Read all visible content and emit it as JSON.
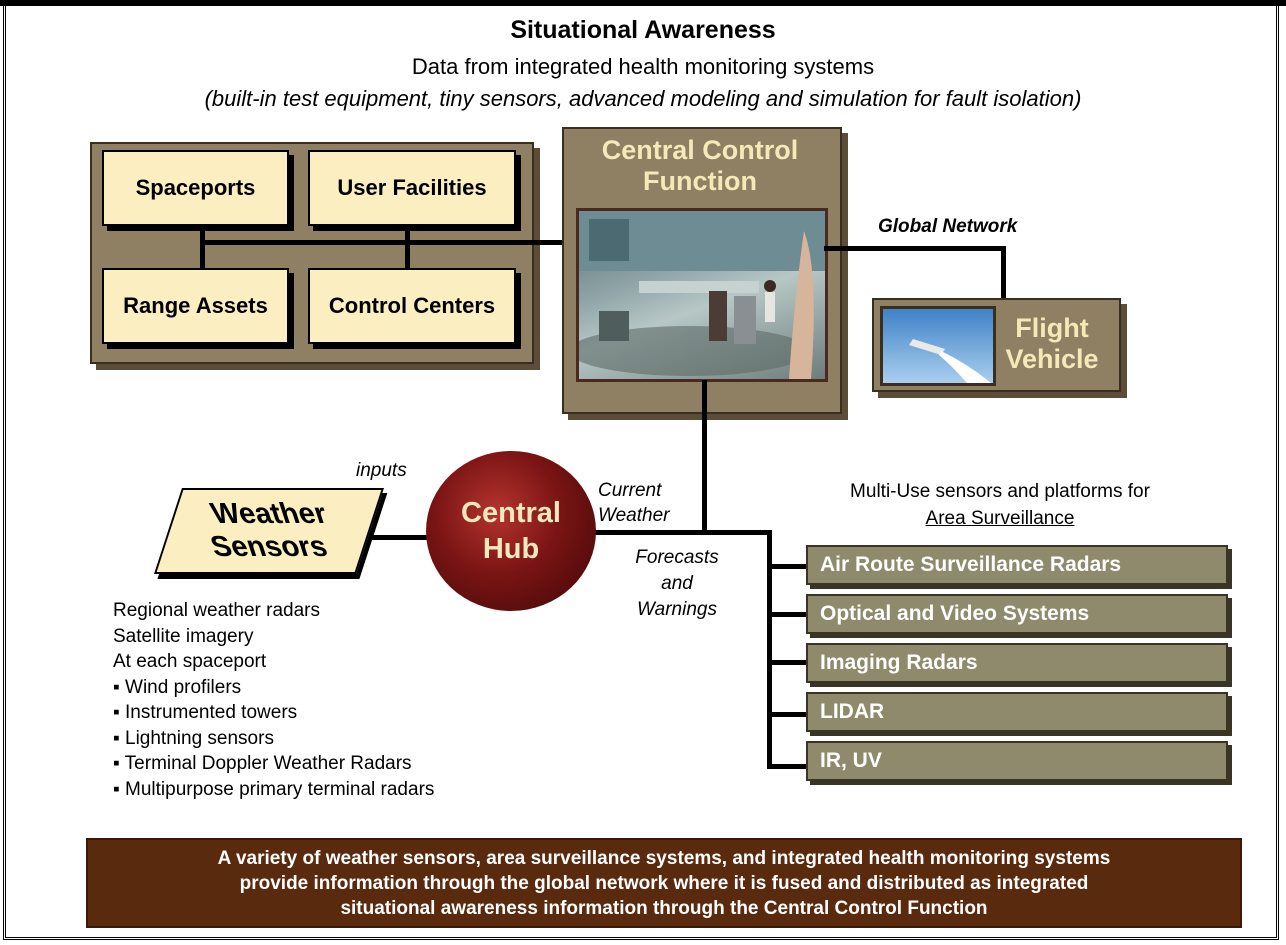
{
  "header": {
    "title": "Situational Awareness",
    "subtitle": "Data from integrated health monitoring systems",
    "subtitle_italic": "(built-in test equipment, tiny sensors, advanced modeling and simulation for fault isolation)"
  },
  "facilities": {
    "spaceports": "Spaceports",
    "user_facilities": "User Facilities",
    "range_assets": "Range Assets",
    "control_centers": "Control Centers"
  },
  "central_control": {
    "title_line1": "Central Control",
    "title_line2": "Function"
  },
  "global_network": "Global Network",
  "flight_vehicle": {
    "line1": "Flight",
    "line2": "Vehicle"
  },
  "hub": {
    "line1": "Central",
    "line2": "Hub"
  },
  "weather_sensors": {
    "line1": "Weather",
    "line2": "Sensors",
    "inputs_label": "inputs"
  },
  "current_weather": {
    "line1": "Current",
    "line2": "Weather"
  },
  "forecasts": {
    "line1": "Forecasts",
    "line2": "and",
    "line3": "Warnings"
  },
  "weather_list": [
    "Regional weather radars",
    "Satellite imagery",
    "At each spaceport",
    "▪  Wind profilers",
    "▪ Instrumented towers",
    "▪ Lightning sensors",
    "▪ Terminal Doppler Weather Radars",
    "▪ Multipurpose primary terminal radars"
  ],
  "surveillance": {
    "heading_line1": "Multi-Use sensors and platforms for",
    "heading_line2": "Area Surveillance",
    "items": [
      "Air Route Surveillance Radars",
      "Optical and Video Systems",
      "Imaging Radars",
      "LIDAR",
      "IR, UV"
    ]
  },
  "banner": {
    "line1": "A variety of weather sensors, area surveillance systems, and integrated health monitoring systems",
    "line2": "provide information through the global network where it is fused and distributed as integrated",
    "line3": "situational awareness information through the Central Control Function"
  },
  "colors": {
    "cream": "#fbeec0",
    "panel": "#8f7f63",
    "surveillance_box": "#8f8a6c",
    "hub": "#7a1414",
    "banner": "#5a2a0e"
  }
}
